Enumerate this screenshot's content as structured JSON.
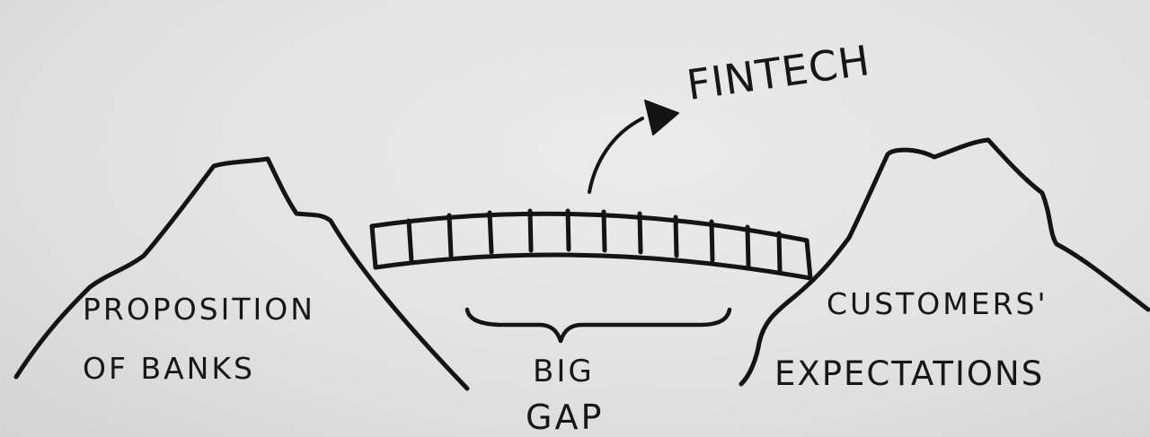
{
  "labels": {
    "banks_line1": "PROPOSITION",
    "banks_line2": "OF BANKS",
    "customers_line1": "CUSTOMERS'",
    "customers_line2": "EXPECTATIONS",
    "gap_line1": "BIG",
    "gap_line2": "GAP",
    "bridge_label": "FINTECH"
  },
  "colors": {
    "ink": "#141414",
    "paper": "#e6e6e6"
  }
}
